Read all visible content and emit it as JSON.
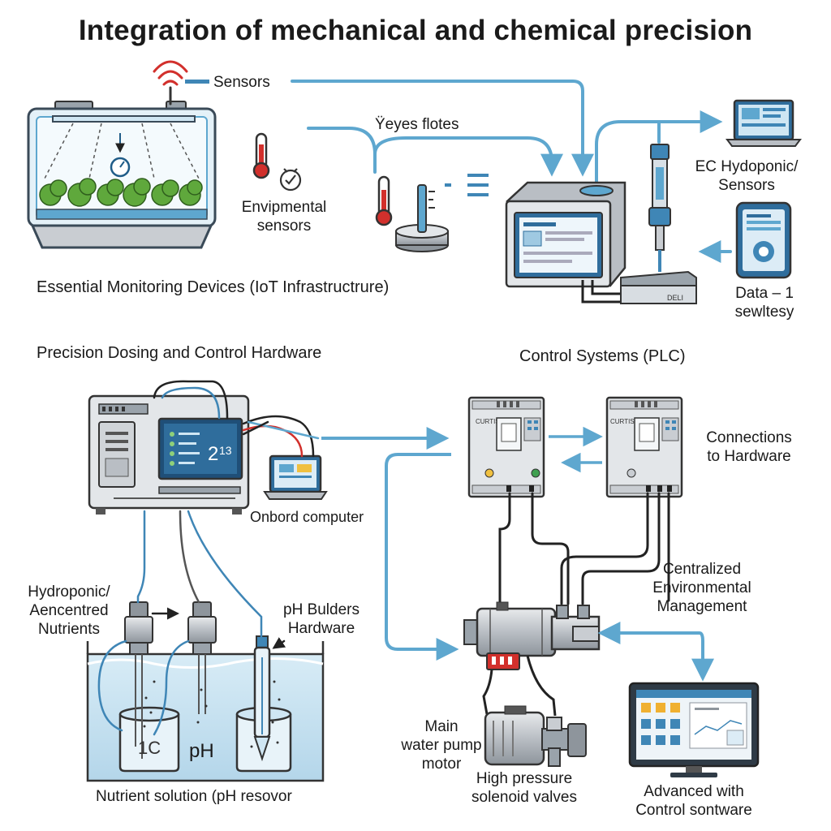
{
  "title": "Integration of mechanical and chemical precision",
  "top": {
    "sensors": "Sensors",
    "eyes_flotes": "Ÿeyes flotes",
    "env_line1": "Envipmental",
    "env_line2": "sensors",
    "ec_line1": "EC Hydoponic/",
    "ec_line2": "Sensors",
    "data_line1": "Data – 1",
    "data_line2": "sewltesy",
    "section": "Essential Monitoring Devices (IoT Infrastructrure)",
    "base_text": "DELI"
  },
  "dosing": {
    "section": "Precision Dosing and Control Hardware",
    "screen_digits": "2",
    "screen_digits2": "13",
    "onboard": "Onbord computer",
    "hydro_line1": "Hydroponic/",
    "hydro_line2": "Aencentred",
    "hydro_line3": "Nutrients",
    "ph_line1": "pH Bulders",
    "ph_line2": "Hardware",
    "beaker1": "1C",
    "beaker2": "pH",
    "reservoir": "Nutrient solution (pH resovor"
  },
  "plc": {
    "section": "Control Systems (PLC)",
    "module_brand": "CURTIS",
    "conn_line1": "Connections",
    "conn_line2": "to Hardware",
    "cen_line1": "Centralized",
    "cen_line2": "Environmental",
    "cen_line3": "Management",
    "pump_line1": "Main",
    "pump_line2": "water pump",
    "pump_line3": "motor",
    "valve_line1": "High pressure",
    "valve_line2": "solenoid valves",
    "adv_line1": "Advanced with",
    "adv_line2": "Control sontware"
  },
  "colors": {
    "pipe": "#5ea7cf",
    "pipe_dark": "#3f86b6",
    "screen": "#2f6d9c",
    "water": "#cfe6f3",
    "plant": "#5fa83c",
    "red": "#d2302c",
    "metal": "#c9cdd2"
  }
}
